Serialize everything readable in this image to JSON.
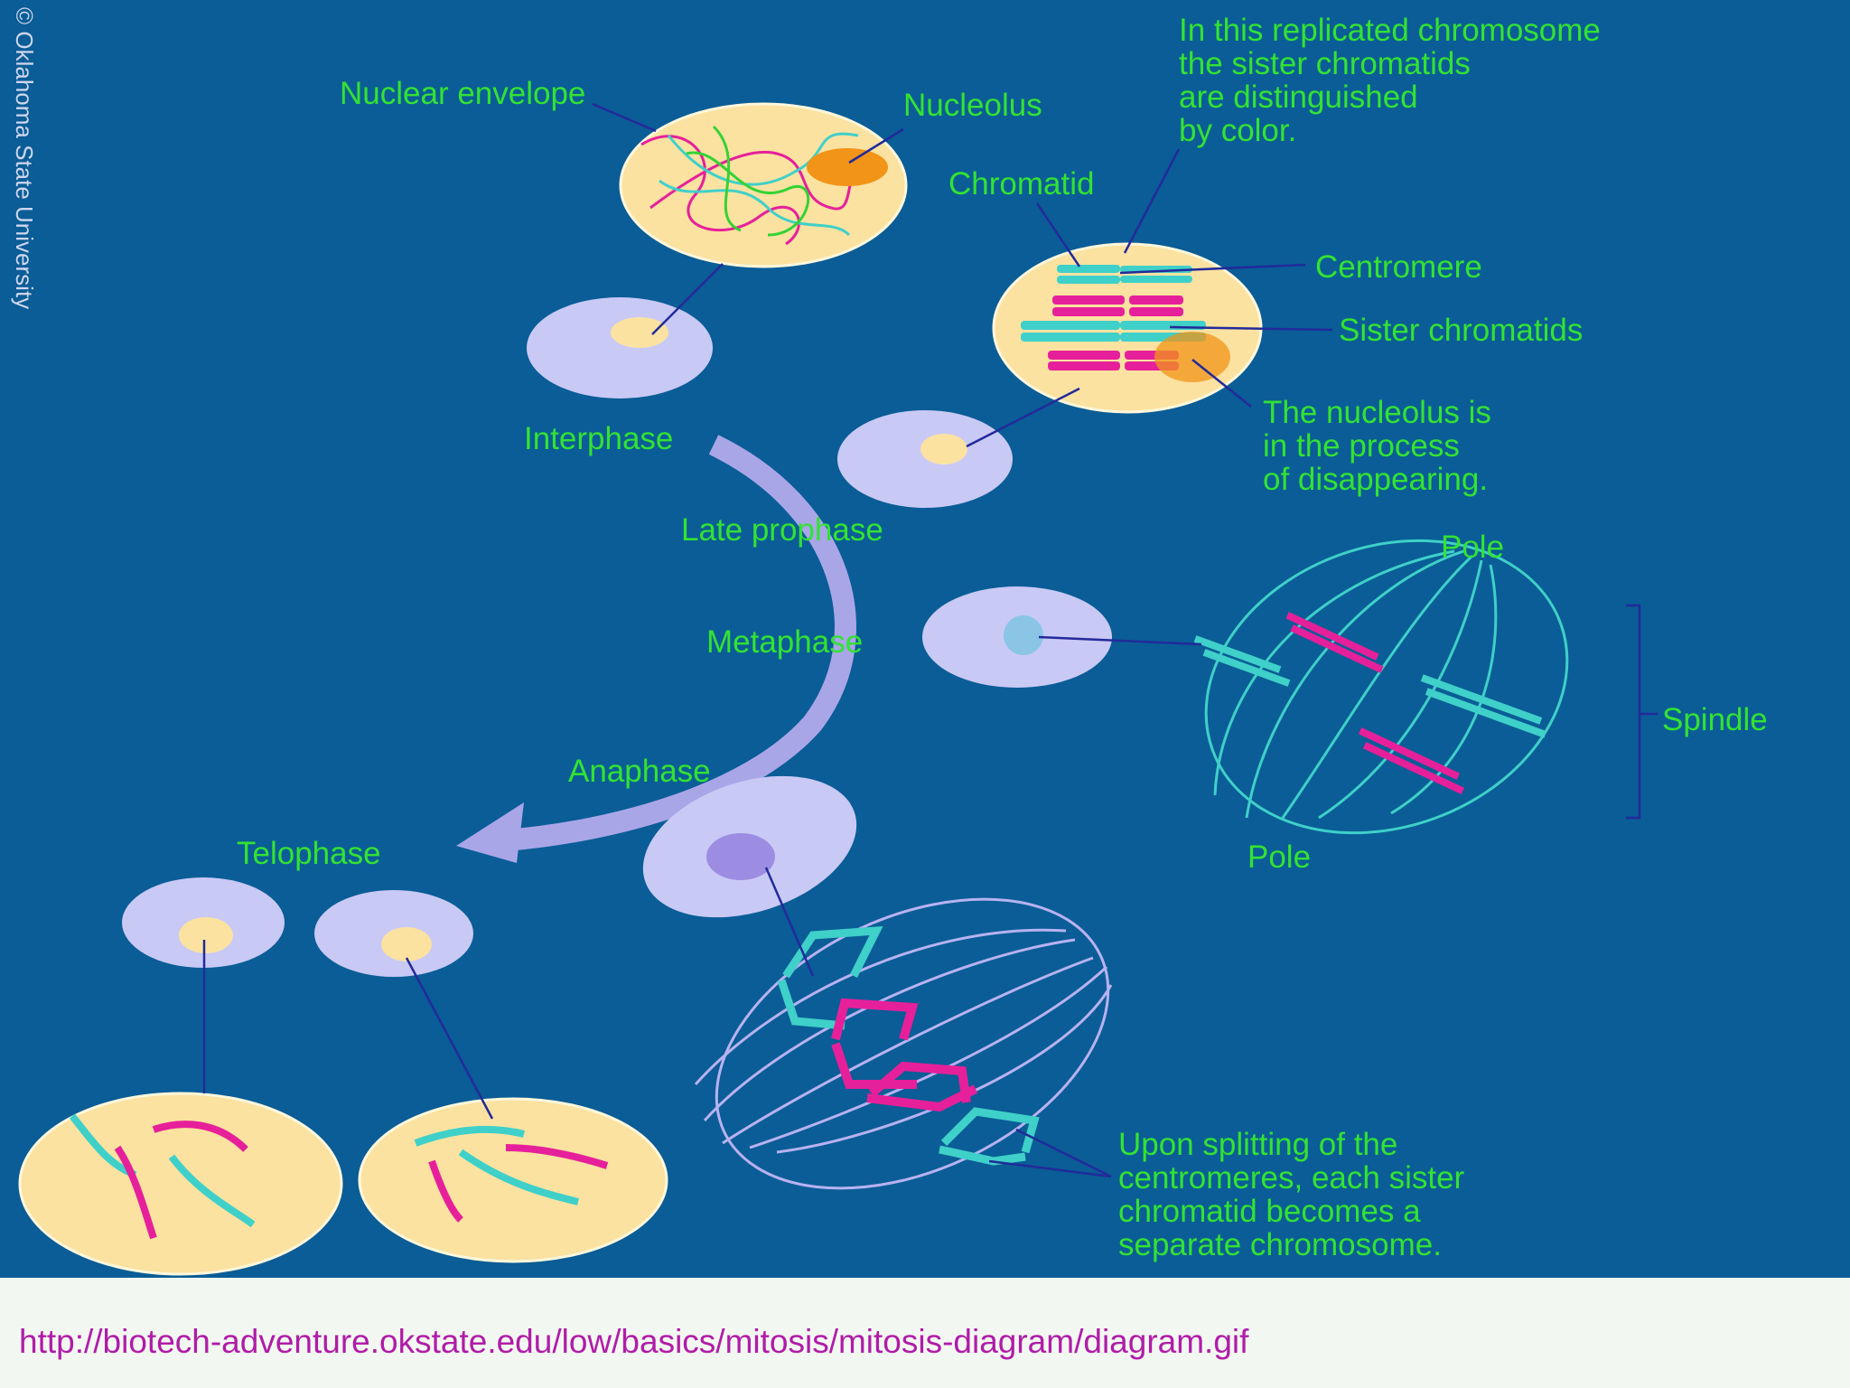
{
  "copyright": "© Oklahoma State University",
  "labels": {
    "nuclear_envelope": "Nuclear envelope",
    "nucleolus": "Nucleolus",
    "chromatid": "Chromatid",
    "centromere": "Centromere",
    "sister_chromatids": "Sister chromatids",
    "pole_top": "Pole",
    "pole_bottom": "Pole",
    "spindle": "Spindle"
  },
  "phases": {
    "interphase": "Interphase",
    "late_prophase": "Late prophase",
    "metaphase": "Metaphase",
    "anaphase": "Anaphase",
    "telophase": "Telophase"
  },
  "notes": {
    "replicated": [
      "In this replicated chromosome",
      "the sister chromatids",
      "are distinguished",
      "by color."
    ],
    "nucleolus_disappearing": [
      "The nucleolus is",
      "in the process",
      "of disappearing."
    ],
    "splitting": [
      "Upon splitting of the",
      "centromeres, each sister",
      "chromatid becomes a",
      "separate chromosome."
    ]
  },
  "source_url": "http://biotech-adventure.okstate.edu/low/basics/mitosis/mitosis-diagram/diagram.gif",
  "colors": {
    "background": "#0a5d96",
    "label_green": "#33e233",
    "cell": "#c9c9f6",
    "nucleus": "#fbe2a1",
    "chromatid_cyan": "#3fd0c9",
    "chromatid_magenta": "#e6209a",
    "nucleolus_orange": "#f29418",
    "leader_line": "#222a9a",
    "url_text": "#b01ca8"
  }
}
